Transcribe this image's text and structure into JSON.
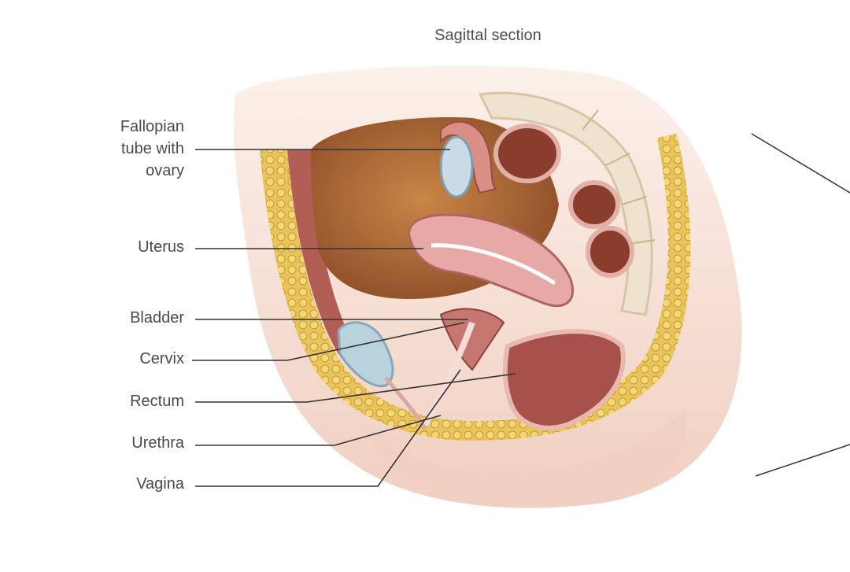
{
  "title": "Sagittal section",
  "labels": {
    "fallopian": "Fallopian\ntube with\novary",
    "uterus": "Uterus",
    "bladder": "Bladder",
    "cervix": "Cervix",
    "rectum": "Rectum",
    "urethra": "Urethra",
    "vagina": "Vagina"
  },
  "colors": {
    "fat": "#e8c35a",
    "muscle": "#b85a55",
    "pink": "#e8a7a4",
    "skin": "#f3d6c8",
    "cavity": "#b9773e",
    "bone": "#efe3cf",
    "bladder": "#b8d2de",
    "leader": "#333333"
  }
}
